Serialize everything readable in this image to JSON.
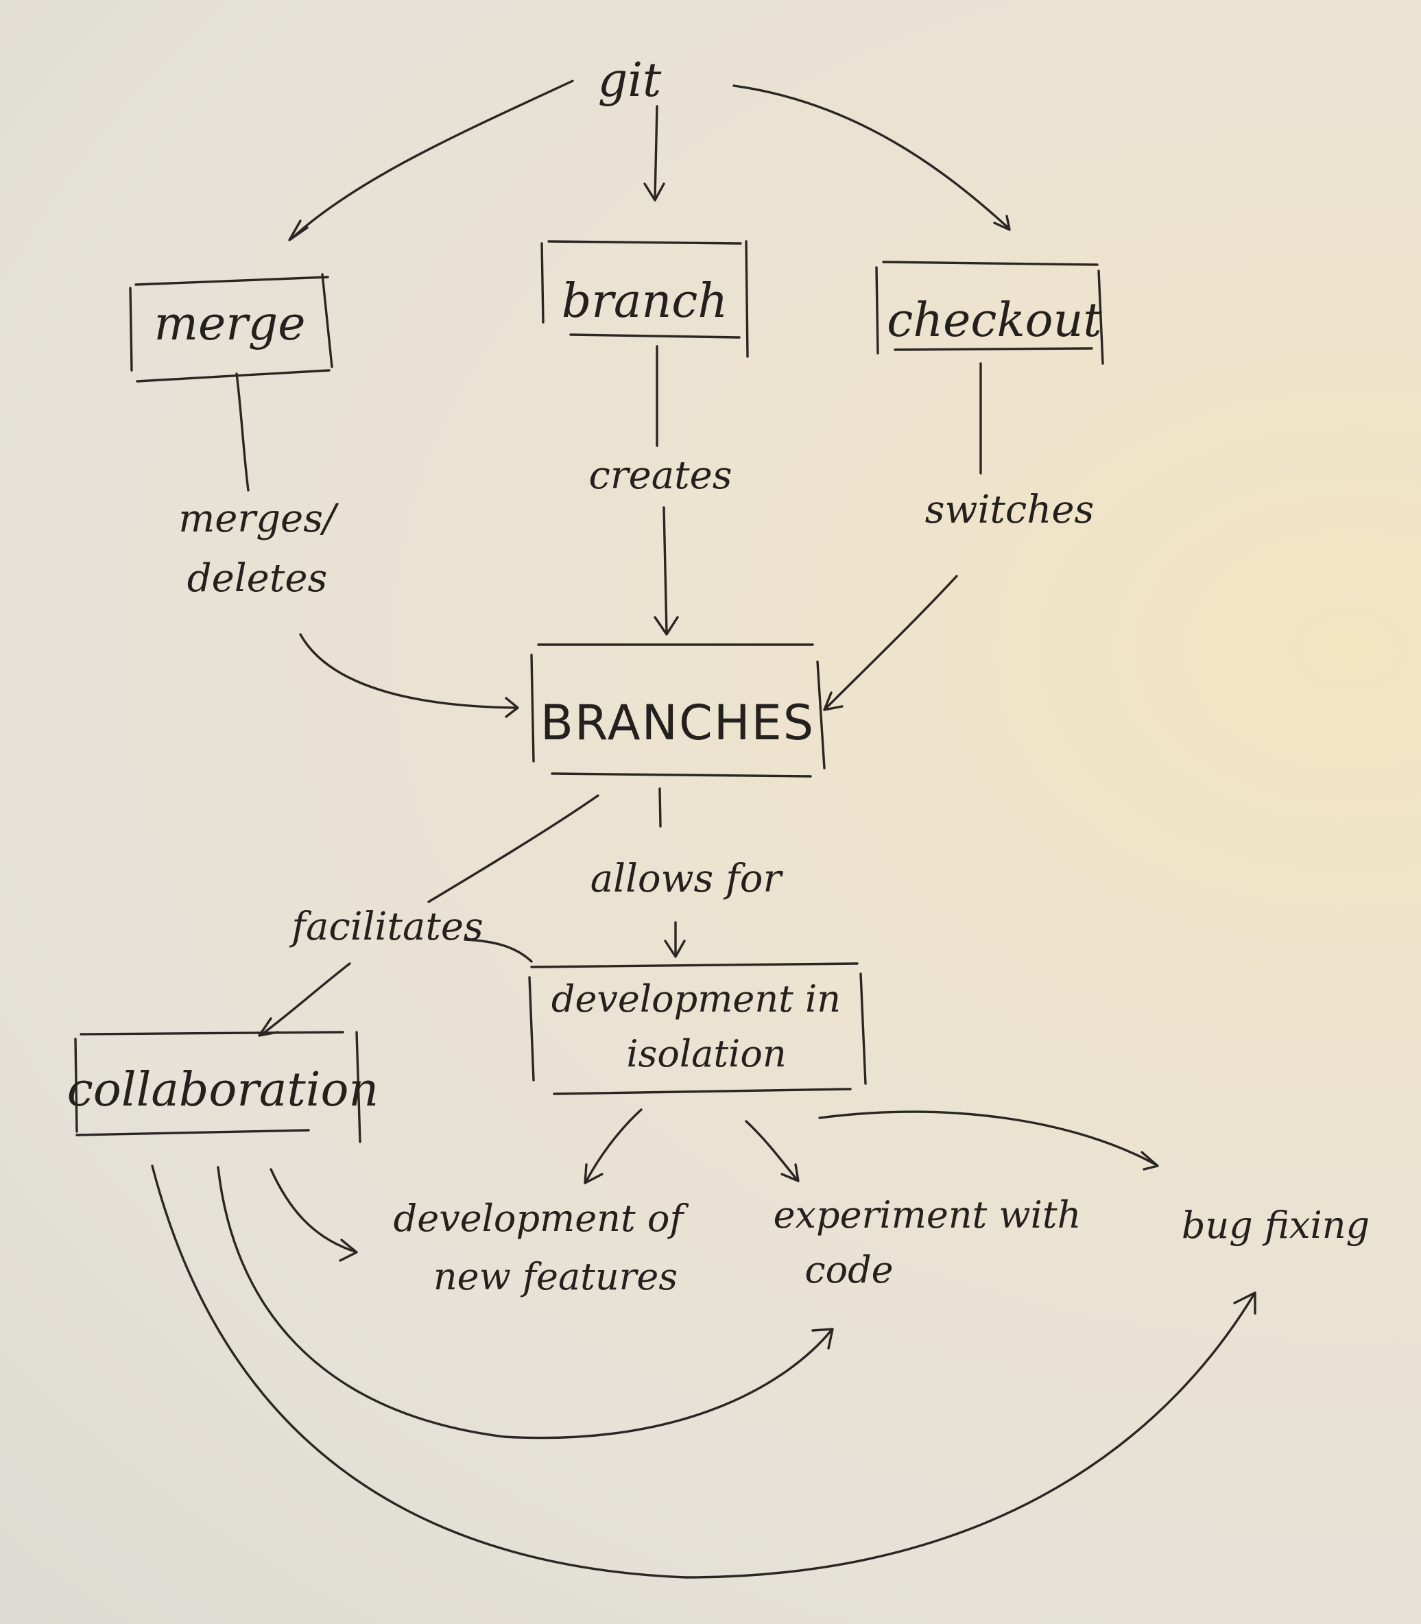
{
  "diagram": {
    "root": "git",
    "nodes": {
      "merge": "merge",
      "branch": "branch",
      "checkout": "checkout",
      "branches": "BRANCHES",
      "collaboration": "collaboration",
      "isolation_line1": "development in",
      "isolation_line2": "isolation"
    },
    "edges": {
      "merge_label_line1": "merges/",
      "merge_label_line2": "deletes",
      "creates": "creates",
      "switches": "switches",
      "allows_for": "allows for",
      "facilitates": "facilitates"
    },
    "leaves": {
      "new_features_line1": "development of",
      "new_features_line2": "new features",
      "experiment_line1": "experiment with",
      "experiment_line2": "code",
      "bug_fixing": "bug fixing"
    }
  }
}
